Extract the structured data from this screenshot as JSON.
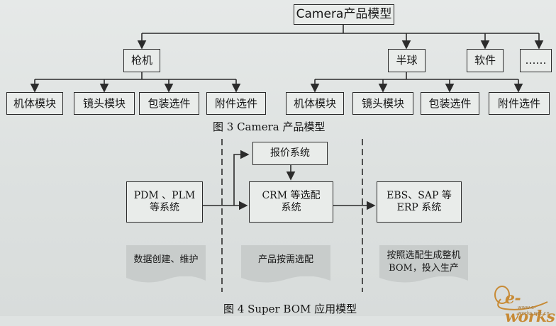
{
  "fig3": {
    "root": "Camera产品模型",
    "branches": [
      "枪机",
      "半球",
      "软件",
      "……"
    ],
    "modules_left": [
      "机体模块",
      "镜头模块",
      "包装选件",
      "附件选件"
    ],
    "modules_right": [
      "机体模块",
      "镜头模块",
      "包装选件",
      "附件选件"
    ],
    "caption": "图 3 Camera 产品模型"
  },
  "fig4": {
    "pdm": [
      "PDM 、PLM",
      "等系统"
    ],
    "quote": "报价系统",
    "crm": [
      "CRM 等选配",
      "系统"
    ],
    "erp": [
      "EBS、SAP 等",
      "ERP 系统"
    ],
    "doc_left": "数据创建、维护",
    "doc_mid": "产品按需选配",
    "doc_right": [
      "按照选配生成整机",
      "BOM，投入生产"
    ],
    "caption": "图 4 Super BOM 应用模型"
  },
  "watermark": {
    "brand": "e-works",
    "tagline": "www.e-works.net.cn"
  },
  "colors": {
    "line": "#2b2b2b",
    "box_bg": "#e9ecea",
    "doc_bg": "#c8cccb",
    "watermark": "#c78a35"
  }
}
